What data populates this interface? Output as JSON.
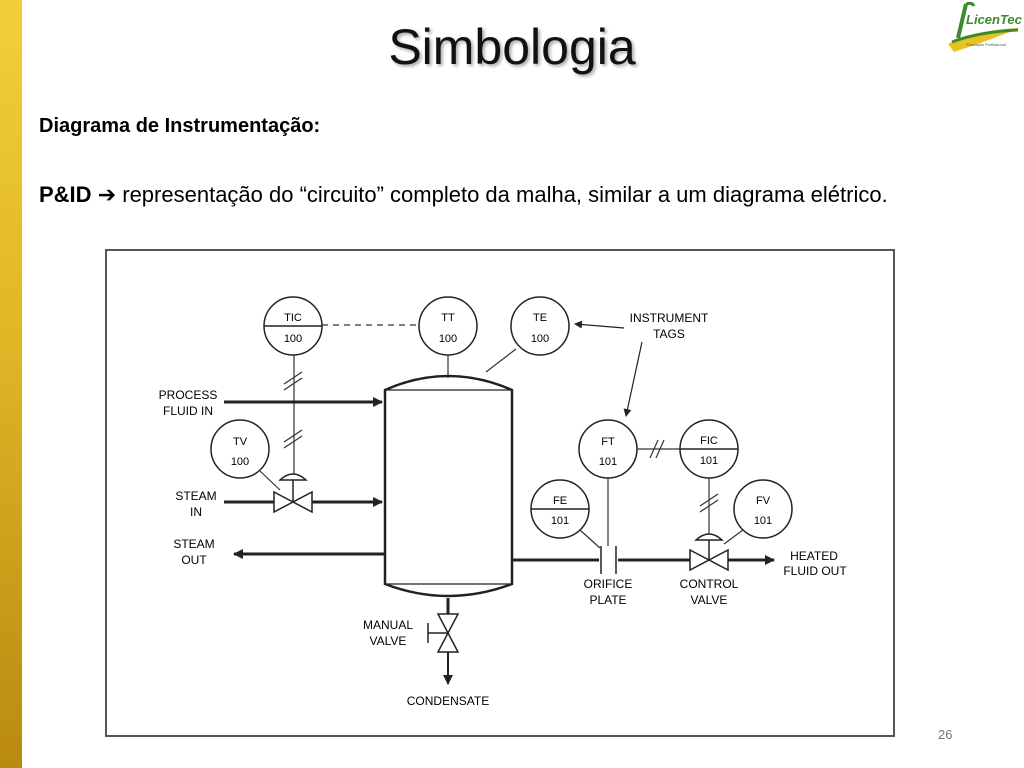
{
  "slide": {
    "title": "Simbologia",
    "subtitle": "Diagrama de Instrumentação:",
    "pid_term": "P&ID",
    "arrow": "➔",
    "description": "representação do “circuito” completo da malha, similar a um diagrama elétrico.",
    "page_number": "26"
  },
  "logo": {
    "text": "LicenTec",
    "tagline": "Formação Profissional"
  },
  "diagram": {
    "instruments": {
      "tic": {
        "tag": "TIC",
        "number": "100"
      },
      "tt": {
        "tag": "TT",
        "number": "100"
      },
      "te": {
        "tag": "TE",
        "number": "100"
      },
      "tv": {
        "tag": "TV",
        "number": "100"
      },
      "ft": {
        "tag": "FT",
        "number": "101"
      },
      "fic": {
        "tag": "FIC",
        "number": "101"
      },
      "fe": {
        "tag": "FE",
        "number": "101"
      },
      "fv": {
        "tag": "FV",
        "number": "101"
      }
    },
    "labels": {
      "instrument_tags": [
        "INSTRUMENT",
        "TAGS"
      ],
      "process_fluid_in": [
        "PROCESS",
        "FLUID IN"
      ],
      "steam_in": [
        "STEAM",
        "IN"
      ],
      "steam_out": [
        "STEAM",
        "OUT"
      ],
      "heated_fluid_out": [
        "HEATED",
        "FLUID OUT"
      ],
      "orifice_plate": [
        "ORIFICE",
        "PLATE"
      ],
      "control_valve": [
        "CONTROL",
        "VALVE"
      ],
      "manual_valve": [
        "MANUAL",
        "VALVE"
      ],
      "condensate": "CONDENSATE"
    }
  }
}
